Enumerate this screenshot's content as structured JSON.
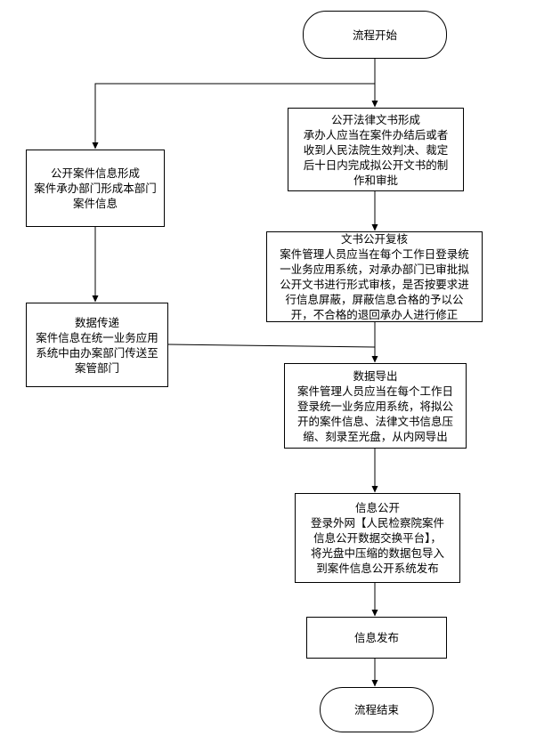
{
  "nodes": {
    "start": {
      "lines": [
        "流程开始"
      ]
    },
    "draft": {
      "lines": [
        "公开法律文书形成",
        "承办人应当在案件办结后或者",
        "收到人民法院生效判决、裁定",
        "后十日内完成拟公开文书的制",
        "作和审批"
      ]
    },
    "case_info": {
      "lines": [
        "公开案件信息形成",
        "案件承办部门形成本部门",
        "案件信息"
      ]
    },
    "review": {
      "lines": [
        "文书公开复核",
        "案件管理人员应当在每个工作日登录统",
        "一业务应用系统，对承办部门已审批拟",
        "公开文书进行形式审核，是否按要求进",
        "行信息屏蔽，屏蔽信息合格的予以公",
        "开，不合格的退回承办人进行修正"
      ]
    },
    "transfer": {
      "lines": [
        "数据传递",
        "案件信息在统一业务应用",
        "系统中由办案部门传送至",
        "案管部门"
      ]
    },
    "export": {
      "lines": [
        "数据导出",
        "案件管理人员应当在每个工作日",
        "登录统一业务应用系统，将拟公",
        "开的案件信息、法律文书信息压",
        "缩、刻录至光盘，从内网导出"
      ]
    },
    "publish_info": {
      "lines": [
        "信息公开",
        "登录外网【人民检察院案件",
        "信息公开数据交换平台】，",
        "将光盘中压缩的数据包导入",
        "到案件信息公开系统发布"
      ]
    },
    "release": {
      "lines": [
        "信息发布"
      ]
    },
    "end": {
      "lines": [
        "流程结束"
      ]
    }
  }
}
